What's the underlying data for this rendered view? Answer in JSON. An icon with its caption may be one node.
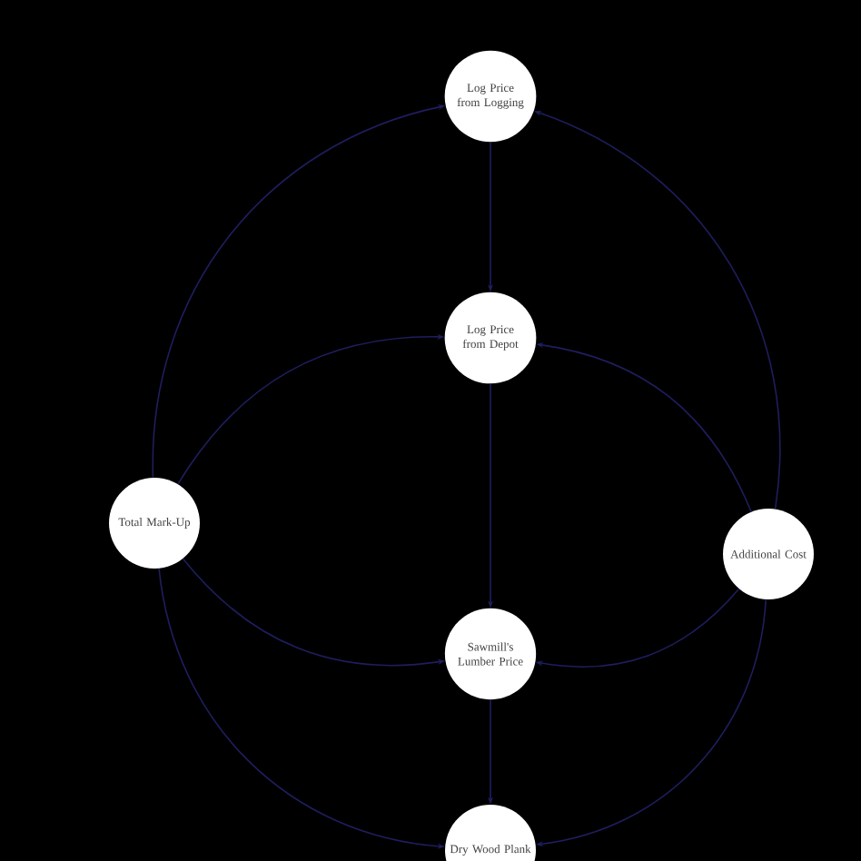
{
  "diagram": {
    "nodes": [
      {
        "text": [
          "Log Price from Logging"
        ]
      },
      {
        "text": [
          "Log Price from Depot"
        ]
      },
      {
        "text": [
          "Total Mark-Up"
        ]
      },
      {
        "text": [
          "Additional Cost"
        ]
      },
      {
        "text": [
          "Sawmill's Lumber Price"
        ]
      },
      {
        "text": [
          "Dry Wood Plank"
        ]
      }
    ],
    "edges": [
      {
        "from": 0,
        "to": 1,
        "arrow": "to"
      },
      {
        "from": 1,
        "to": 4,
        "arrow": "to"
      },
      {
        "from": 4,
        "to": 5,
        "arrow": "to"
      },
      {
        "from": 2,
        "to": 0,
        "arrow": "to"
      },
      {
        "from": 2,
        "to": 1,
        "arrow": "to"
      },
      {
        "from": 2,
        "to": 4,
        "arrow": "to"
      },
      {
        "from": 2,
        "to": 5,
        "arrow": "to"
      },
      {
        "from": 3,
        "to": 0,
        "arrow": "to"
      },
      {
        "from": 3,
        "to": 1,
        "arrow": "to"
      },
      {
        "from": 3,
        "to": 4,
        "arrow": "to"
      },
      {
        "from": 3,
        "to": 5,
        "arrow": "to"
      }
    ]
  }
}
